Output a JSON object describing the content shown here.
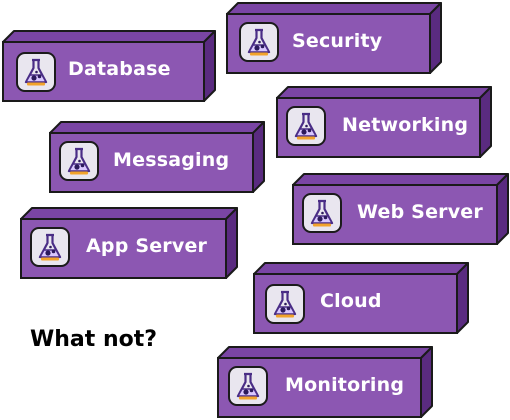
{
  "colors": {
    "front": "#8c57b2",
    "top": "#7a45a4",
    "side": "#5a2b80",
    "edge": "#1a1a1a",
    "icon_bg": "#e9e6ef",
    "flask": "#4a2d86",
    "liquid_light": "#d9c7ff",
    "liquid_dark": "#2c1a5c",
    "flask_base": "#f2a32b"
  },
  "icon": "lab-flask-icon",
  "blocks": [
    {
      "label": "Database"
    },
    {
      "label": "Security"
    },
    {
      "label": "Networking"
    },
    {
      "label": "Messaging"
    },
    {
      "label": "Web Server"
    },
    {
      "label": "App Server"
    },
    {
      "label": "Cloud"
    },
    {
      "label": "Monitoring"
    }
  ],
  "tagline": "What not?"
}
